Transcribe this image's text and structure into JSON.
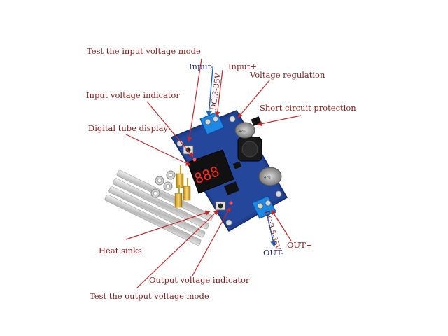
{
  "labels": {
    "test_input_mode": "Test the input voltage mode",
    "input_minus": "Input-",
    "input_plus": "Input+",
    "input_range": "DC:3-35V",
    "voltage_regulation": "Voltage regulation",
    "input_voltage_indicator": "Input voltage indicator",
    "short_circuit_protection": "Short circuit protection",
    "digital_tube_display": "Digital tube display",
    "heat_sinks": "Heat sinks",
    "output_range": "DC:3.5-35V",
    "out_plus": "OUT+",
    "out_minus": "OUT-",
    "output_voltage_indicator": "Output voltage indicator",
    "test_output_mode": "Test the output voltage mode"
  },
  "colors": {
    "label_red": "#8b1a1a",
    "label_blue": "#1a237e",
    "arrow_red": "#c62828",
    "arrow_blue": "#1565c0",
    "pcb_blue": "#1f3f8f",
    "terminal_blue": "#1e88e5",
    "display_red": "#ff2a1a"
  }
}
